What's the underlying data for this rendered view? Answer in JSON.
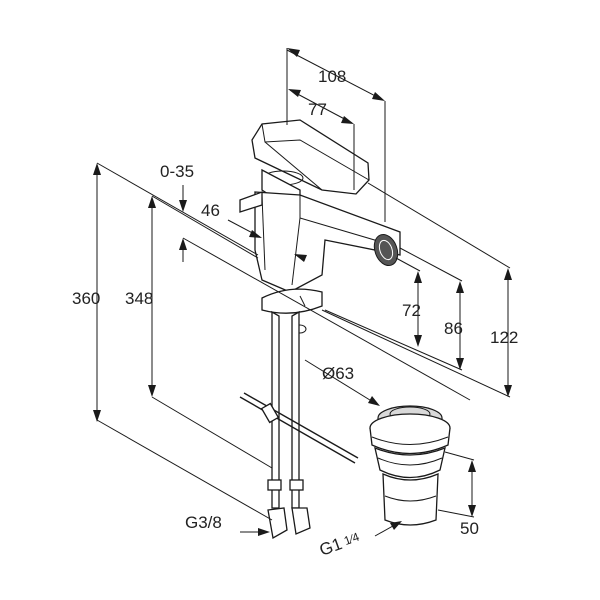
{
  "dimensions": {
    "total_height": "360",
    "spout_height": "348",
    "lift_rod_range": "0-35",
    "lever_offset": "46",
    "reach_outer": "108",
    "reach_inner": "77",
    "outlet_height": "72",
    "body_height": "86",
    "lever_top_height": "122",
    "drain_diameter": "Ø63",
    "drain_length": "50",
    "supply_thread": "G3/8",
    "drain_thread_main": "G1",
    "drain_thread_frac": "1⁄4"
  },
  "colors": {
    "line": "#1a1a1a",
    "shade": "#d9d9d9",
    "text": "#222222"
  }
}
